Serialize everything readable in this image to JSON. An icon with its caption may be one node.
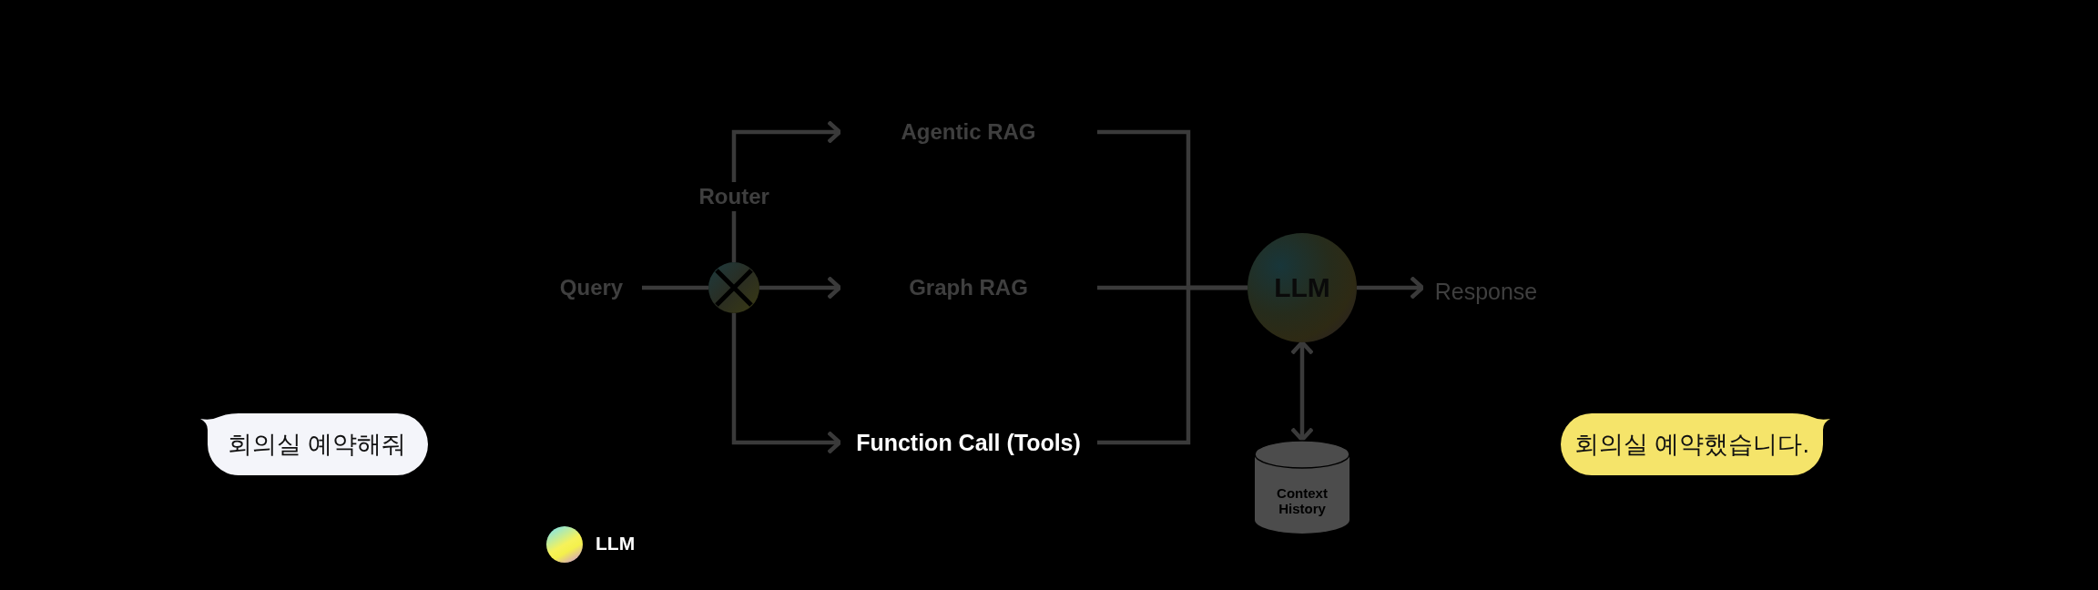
{
  "diagram": {
    "nodes": [
      {
        "text": [
          "Query"
        ]
      },
      {
        "text": [],
        "shape": "circle",
        "beside": [
          "Router"
        ]
      },
      {
        "text": [
          "Agentic RAG"
        ]
      },
      {
        "text": [
          "Graph RAG"
        ]
      },
      {
        "text": [
          "Function Call (Tools)"
        ]
      },
      {
        "text": [
          "LLM"
        ]
      },
      {
        "text": [
          "Response"
        ]
      },
      {
        "text": [
          "Context History"
        ]
      },
      {
        "text": [
          "회의실 예약해줘"
        ]
      },
      {
        "text": [
          "회의실 예약했습니다."
        ]
      }
    ],
    "edges": [
      {
        "from": 0,
        "to": 1,
        "arrow": "none"
      },
      {
        "from": 1,
        "to": 2,
        "arrow": "to"
      },
      {
        "from": 1,
        "to": 3,
        "arrow": "to"
      },
      {
        "from": 1,
        "to": 4,
        "arrow": "to"
      },
      {
        "from": 2,
        "to": 5,
        "arrow": "none"
      },
      {
        "from": 3,
        "to": 5,
        "arrow": "none"
      },
      {
        "from": 4,
        "to": 5,
        "arrow": "none"
      },
      {
        "from": 5,
        "to": 6,
        "arrow": "to"
      },
      {
        "from": 5,
        "to": 7,
        "arrow": "both"
      }
    ],
    "legend": [
      {
        "text": "LLM"
      }
    ]
  }
}
